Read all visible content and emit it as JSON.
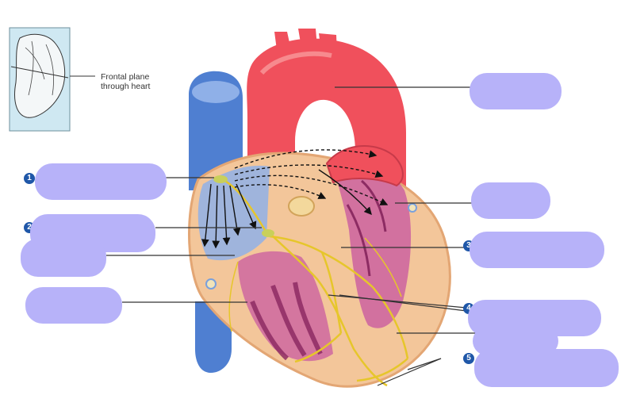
{
  "inset": {
    "caption_line1": "Frontal plane",
    "caption_line2": "through heart"
  },
  "steps": [
    "1",
    "2",
    "3",
    "4",
    "5"
  ],
  "colors": {
    "artery": "#f0505c",
    "artery_light": "#f9a3a4",
    "vein": "#4f7fd1",
    "vein_light": "#8fb0e8",
    "muscle": "#f3c69a",
    "chamber": "#8d2c63",
    "conduction": "#e6c62b",
    "label_mask": "#b7b2f9",
    "step_badge": "#1f57a8"
  }
}
